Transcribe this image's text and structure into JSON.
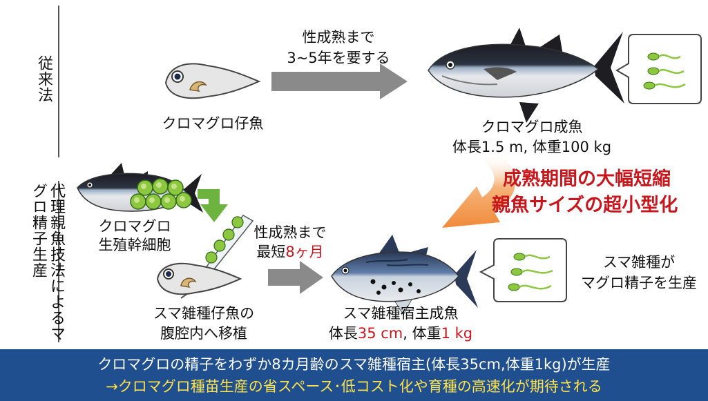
{
  "labels": {
    "conventional": "従来法",
    "surrogate": "代理親魚技法によるマグロ精子生産",
    "larva_label": "クロマグロ仔魚",
    "arrow_top_line1": "性成熟まで",
    "arrow_top_line2": "3~5年を要する",
    "adult_name": "クロマグロ成魚",
    "adult_size": "体長1.5 m, 体重100 kg",
    "highlight_line1": "成熟期間の大幅短縮",
    "highlight_line2": "親魚サイズの超小型化",
    "germ_line1": "クロマグロ",
    "germ_line2": "生殖幹細胞",
    "arrow_bottom_line1": "性成熟まで",
    "arrow_bottom_prefix": "最短",
    "arrow_bottom_red": "8ヶ月",
    "transplant_line1": "スマ雑種仔魚の",
    "transplant_line2": "腹腔内へ移植",
    "host_name": "スマ雑種宿主成魚",
    "host_len_prefix": "体長",
    "host_len_red": "35 cm",
    "host_sep": ", 体重",
    "host_wt_red": "1 kg",
    "produce_line1": "スマ雑種が",
    "produce_line2": "マグロ精子を生産"
  },
  "banner": {
    "line1": "クロマグロの精子をわずか8カ月齢のスマ雑種宿主(体長35cm,体重1kg)が生産",
    "line2": "→クロマグロ種苗生産の省スペース･低コスト化や育種の高速化が期待される"
  },
  "colors": {
    "accent_red": "#c8161d",
    "banner_bg": "#1f4f8e",
    "banner_line2": "#ffe14a",
    "green_cell": "#8dc63f",
    "green_arrow": "#6cb33f",
    "orange_arrow": "#f39a4a",
    "gray_arrow": "#8a8a8a"
  }
}
